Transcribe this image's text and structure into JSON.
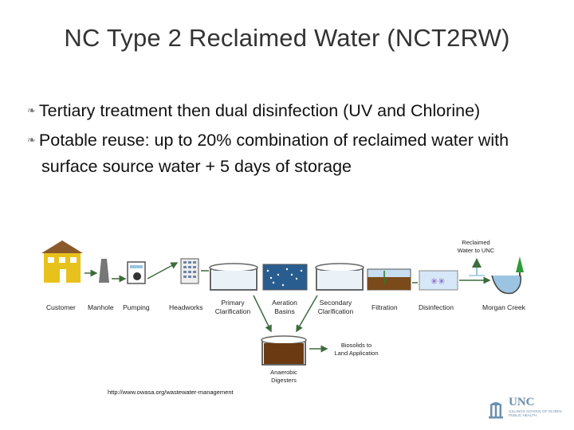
{
  "slide": {
    "title": "NC Type 2 Reclaimed Water (NCT2RW)",
    "bullets": [
      "Tertiary treatment then dual disinfection (UV and Chlorine)",
      "Potable reuse: up to 20% combination of reclaimed water with surface source water + 5 days of storage"
    ]
  },
  "diagram": {
    "labels": {
      "customer": "Customer",
      "manhole": "Manhole",
      "pumping": "Pumping",
      "headworks": "Headworks",
      "primary_line1": "Primary",
      "primary_line2": "Clarification",
      "aeration_line1": "Aeration",
      "aeration_line2": "Basins",
      "secondary_line1": "Secondary",
      "secondary_line2": "Clarification",
      "filtration": "Filtration",
      "disinfection": "Disinfection",
      "morgan_creek": "Morgan Creek",
      "reclaimed_line1": "Reclaimed",
      "reclaimed_line2": "Water to UNC",
      "biosolids_line1": "Biosolids to",
      "biosolids_line2": "Land Application",
      "anaerobic_line1": "Anaerobic",
      "anaerobic_line2": "Digesters"
    },
    "source_url": "http://www.owasa.org/wastewater-management"
  },
  "logo": {
    "word": "UNC",
    "subtitle": "GILLINGS SCHOOL OF GLOBAL PUBLIC HEALTH"
  },
  "colors": {
    "arrow": "#3d6b3d",
    "water": "#9bc4e2",
    "aeration": "#2a5d8f",
    "sludge": "#6b3a12",
    "house": "#e8c21c"
  }
}
